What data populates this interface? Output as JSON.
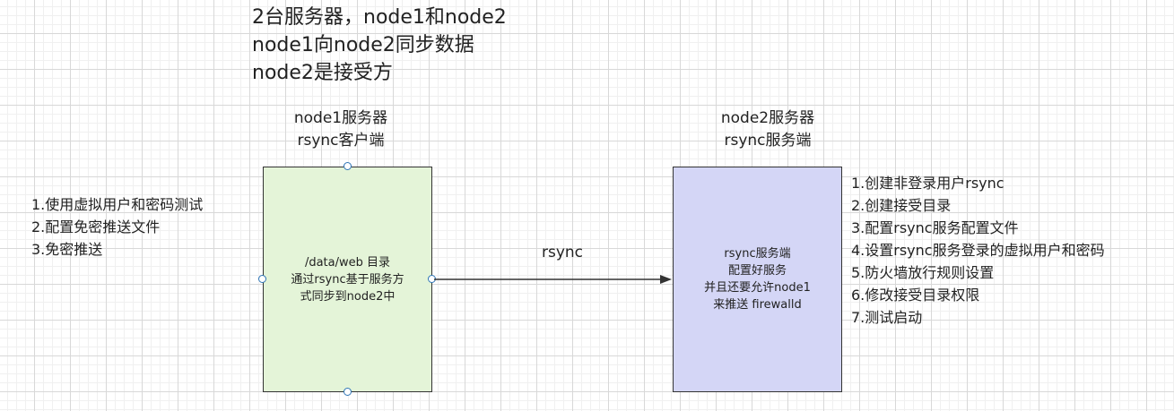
{
  "title_lines": [
    "2台服务器，node1和node2",
    "node1向node2同步数据",
    "node2是接受方"
  ],
  "node1": {
    "header": [
      "node1服务器",
      "rsync客户端"
    ],
    "box_lines": [
      "/data/web 目录",
      "通过rsync基于服务方",
      "式同步到node2中"
    ],
    "steps": [
      "1.使用虚拟用户和密码测试",
      "2.配置免密推送文件",
      "3.免密推送"
    ],
    "fill": "#e4f4d8"
  },
  "node2": {
    "header": [
      "node2服务器",
      "rsync服务端"
    ],
    "box_lines": [
      "rsync服务端",
      "配置好服务",
      "并且还要允许node1",
      "来推送 firewalld"
    ],
    "steps": [
      "1.创建非登录用户rsync",
      "2.创建接受目录",
      "3.配置rsync服务配置文件",
      "4.设置rsync服务登录的虚拟用户和密码",
      "5.防火墙放行规则设置",
      "6.修改接受目录权限",
      "7.测试启动"
    ],
    "fill": "#d4d6f6"
  },
  "edge": {
    "label": "rsync"
  },
  "colors": {
    "handle": "#2e75b6",
    "arrow": "#333333"
  }
}
